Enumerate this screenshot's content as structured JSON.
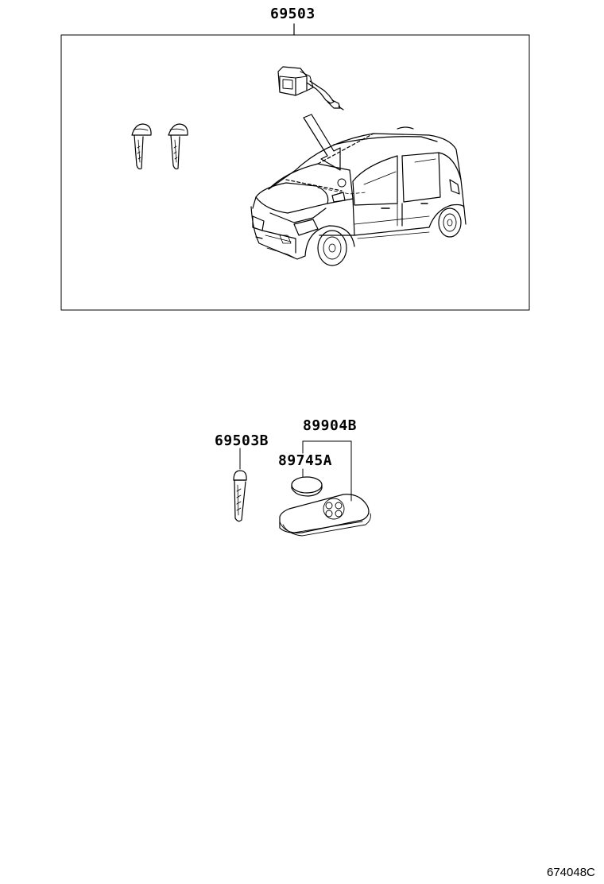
{
  "diagram": {
    "labels": {
      "key_set": "69503",
      "key_blade": "69503B",
      "transmitter_assy": "89904B",
      "battery": "89745A"
    },
    "figure_code": "674048C"
  }
}
